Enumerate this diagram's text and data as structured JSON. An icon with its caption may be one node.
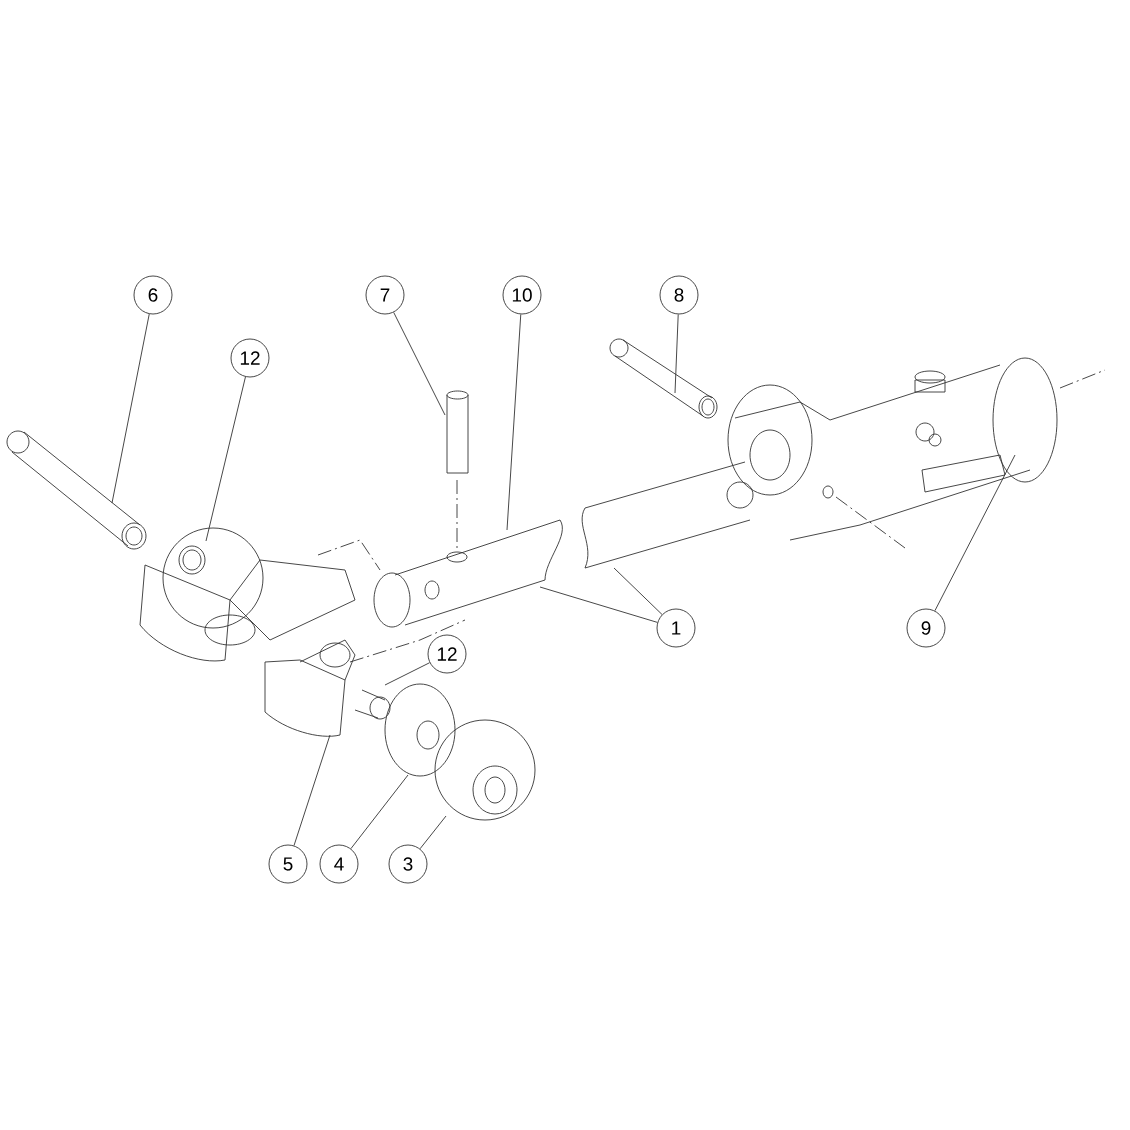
{
  "diagram": {
    "nodes": [
      {
        "text": [
          "6"
        ]
      },
      {
        "text": [
          "7"
        ]
      },
      {
        "text": [
          "10"
        ]
      },
      {
        "text": [
          "8"
        ]
      },
      {
        "text": [
          "12"
        ]
      },
      {
        "text": [
          "1"
        ]
      },
      {
        "text": [
          "9"
        ]
      },
      {
        "text": [
          "12"
        ]
      },
      {
        "text": [
          "5"
        ]
      },
      {
        "text": [
          "4"
        ]
      },
      {
        "text": [
          "3"
        ]
      }
    ],
    "edges": [
      {
        "from": 0,
        "to": null,
        "arrow": "none"
      },
      {
        "from": 1,
        "to": null,
        "arrow": "none"
      },
      {
        "from": 2,
        "to": null,
        "arrow": "none"
      },
      {
        "from": 3,
        "to": null,
        "arrow": "none"
      },
      {
        "from": 4,
        "to": null,
        "arrow": "none"
      },
      {
        "from": 5,
        "to": null,
        "arrow": "none"
      },
      {
        "from": 5,
        "to": null,
        "arrow": "none"
      },
      {
        "from": 6,
        "to": null,
        "arrow": "none"
      },
      {
        "from": 7,
        "to": null,
        "arrow": "none"
      },
      {
        "from": 8,
        "to": null,
        "arrow": "none"
      },
      {
        "from": 9,
        "to": null,
        "arrow": "none"
      },
      {
        "from": 10,
        "to": null,
        "arrow": "none"
      }
    ]
  }
}
